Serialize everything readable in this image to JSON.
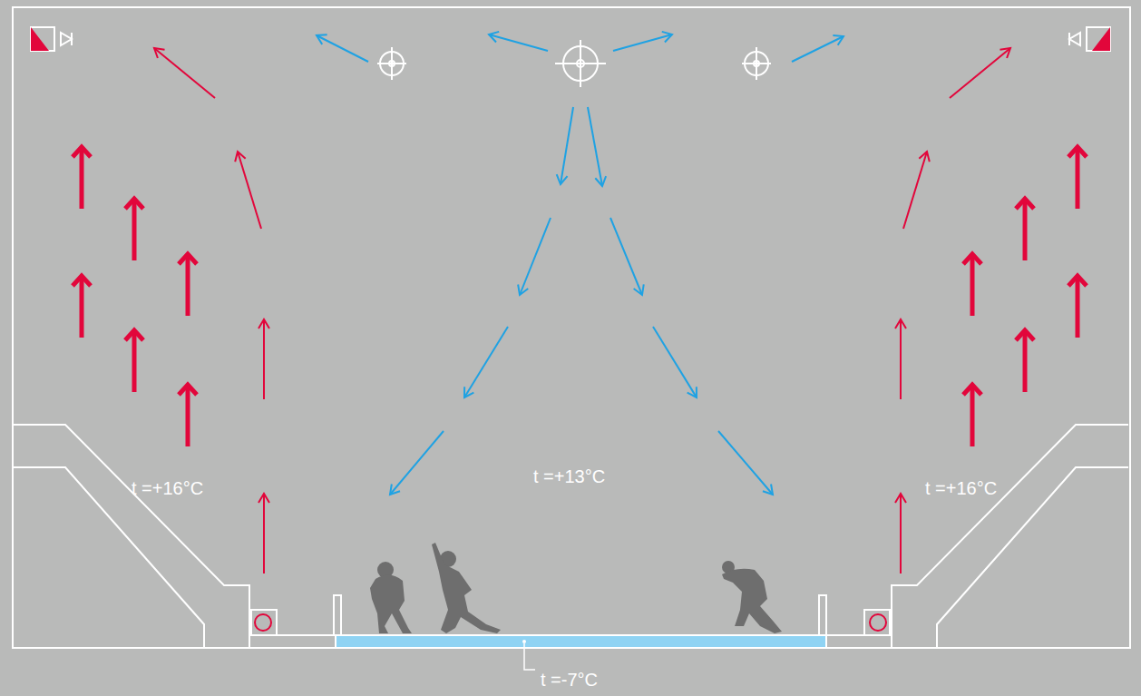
{
  "diagram": {
    "labels": [
      "t =+16°C",
      "t =+13°C",
      "t =+16°C",
      "t =-7°C"
    ]
  }
}
